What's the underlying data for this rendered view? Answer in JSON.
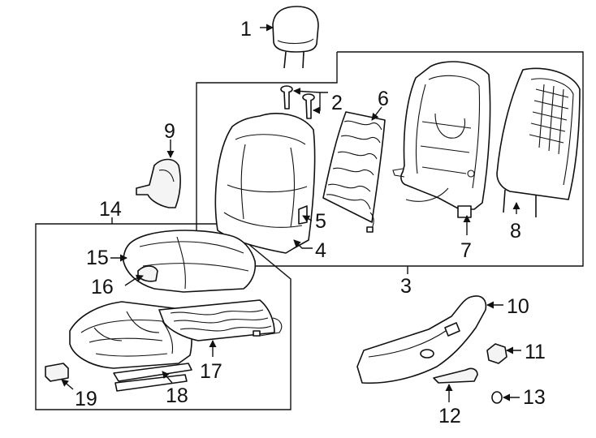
{
  "callouts": {
    "c1": "1",
    "c2": "2",
    "c3": "3",
    "c4": "4",
    "c5": "5",
    "c6": "6",
    "c7": "7",
    "c8": "8",
    "c9": "9",
    "c10": "10",
    "c11": "11",
    "c12": "12",
    "c13": "13",
    "c14": "14",
    "c15": "15",
    "c16": "16",
    "c17": "17",
    "c18": "18",
    "c19": "19"
  },
  "colors": {
    "ink": "#111111",
    "background": "#ffffff"
  }
}
